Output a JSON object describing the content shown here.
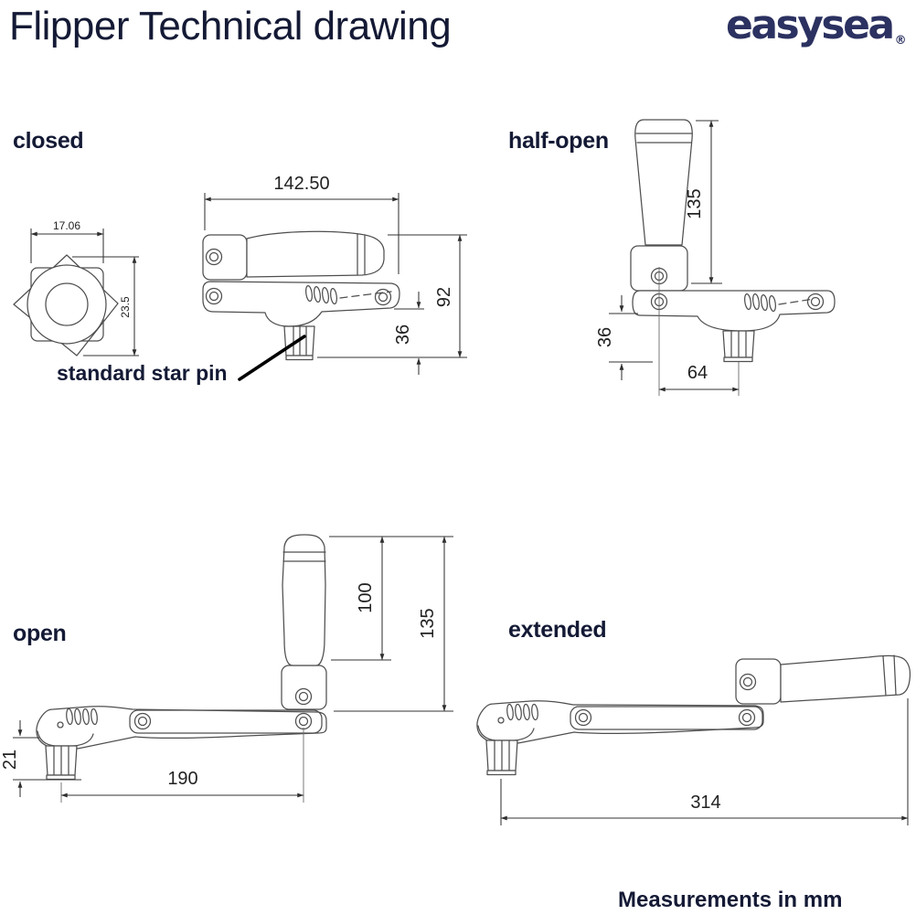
{
  "header": {
    "title": "Flipper Technical drawing",
    "brand": "easysea",
    "brand_mark": "®"
  },
  "footer": {
    "note": "Measurements in mm"
  },
  "colors": {
    "text_navy": "#141a35",
    "brand_navy": "#2b3160",
    "line_gray": "#4f4f4f",
    "dim_gray": "#333333",
    "background": "#ffffff"
  },
  "views": {
    "closed": {
      "label": "closed",
      "annotation": "standard star pin",
      "dims": {
        "pin_face_width": "17.06",
        "pin_face_height": "23.5",
        "overall_length": "142.50",
        "overall_height": "92",
        "pin_length": "36"
      }
    },
    "half_open": {
      "label": "half-open",
      "dims": {
        "handle_height": "135",
        "pin_length": "36",
        "handle_offset": "64"
      }
    },
    "open": {
      "label": "open",
      "dims": {
        "grip_length": "100",
        "handle_height": "135",
        "pin_length": "21",
        "arm_length": "190"
      }
    },
    "extended": {
      "label": "extended",
      "dims": {
        "overall_length": "314"
      }
    }
  }
}
